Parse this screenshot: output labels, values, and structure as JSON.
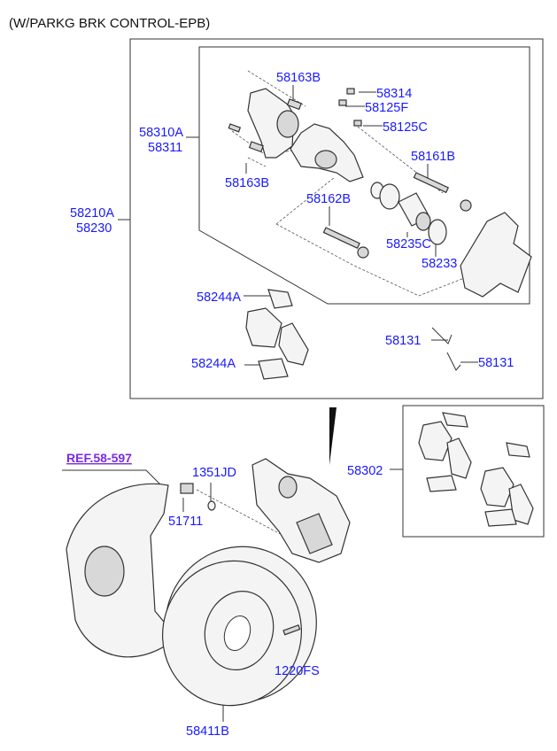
{
  "title": "(W/PARKG BRK CONTROL-EPB)",
  "reference": "REF.58-597",
  "labels": {
    "p58163B_top": "58163B",
    "p58314": "58314",
    "p58125F": "58125F",
    "p58125C": "58125C",
    "p58310A": "58310A",
    "p58311": "58311",
    "p58161B": "58161B",
    "p58163B_bottom": "58163B",
    "p58162B": "58162B",
    "p58210A": "58210A",
    "p58230": "58230",
    "p58235C": "58235C",
    "p58233": "58233",
    "p58244A_top": "58244A",
    "p58244A_bottom": "58244A",
    "p58131_left": "58131",
    "p58131_right": "58131",
    "p1351JD": "1351JD",
    "p58302": "58302",
    "p51711": "51711",
    "p1220FS": "1220FS",
    "p58411B": "58411B"
  },
  "colors": {
    "label": "#1a1aff",
    "reference": "#7a2be2"
  }
}
